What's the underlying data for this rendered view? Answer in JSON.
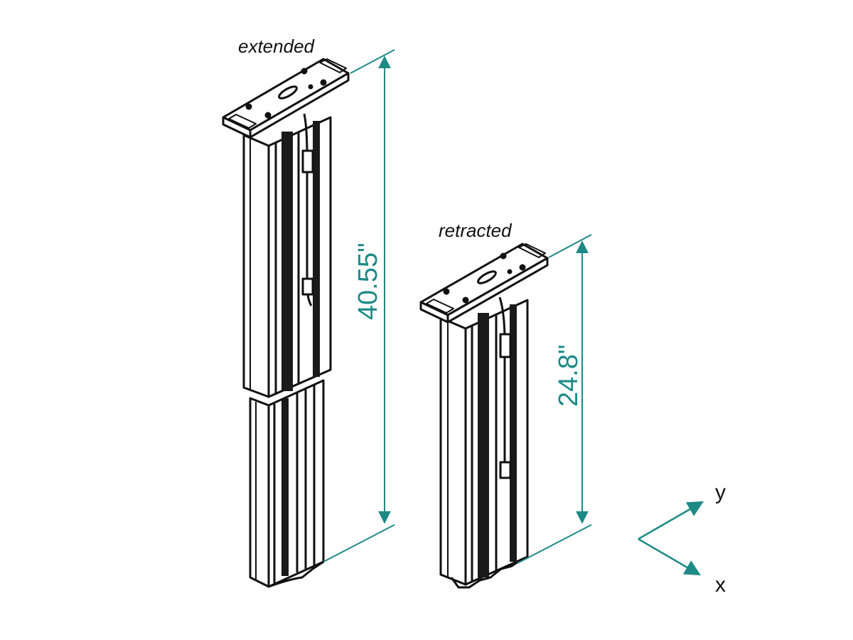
{
  "labels": {
    "extended": "extended",
    "retracted": "retracted"
  },
  "dimensions": {
    "extended_height": "40.55\"",
    "retracted_height": "24.8\""
  },
  "axes": {
    "y_label": "y",
    "x_label": "x"
  },
  "colors": {
    "dimension": "#1e8a86",
    "line": "#111111",
    "fill_dark": "#1a1a1a",
    "fill_light": "#ffffff"
  }
}
